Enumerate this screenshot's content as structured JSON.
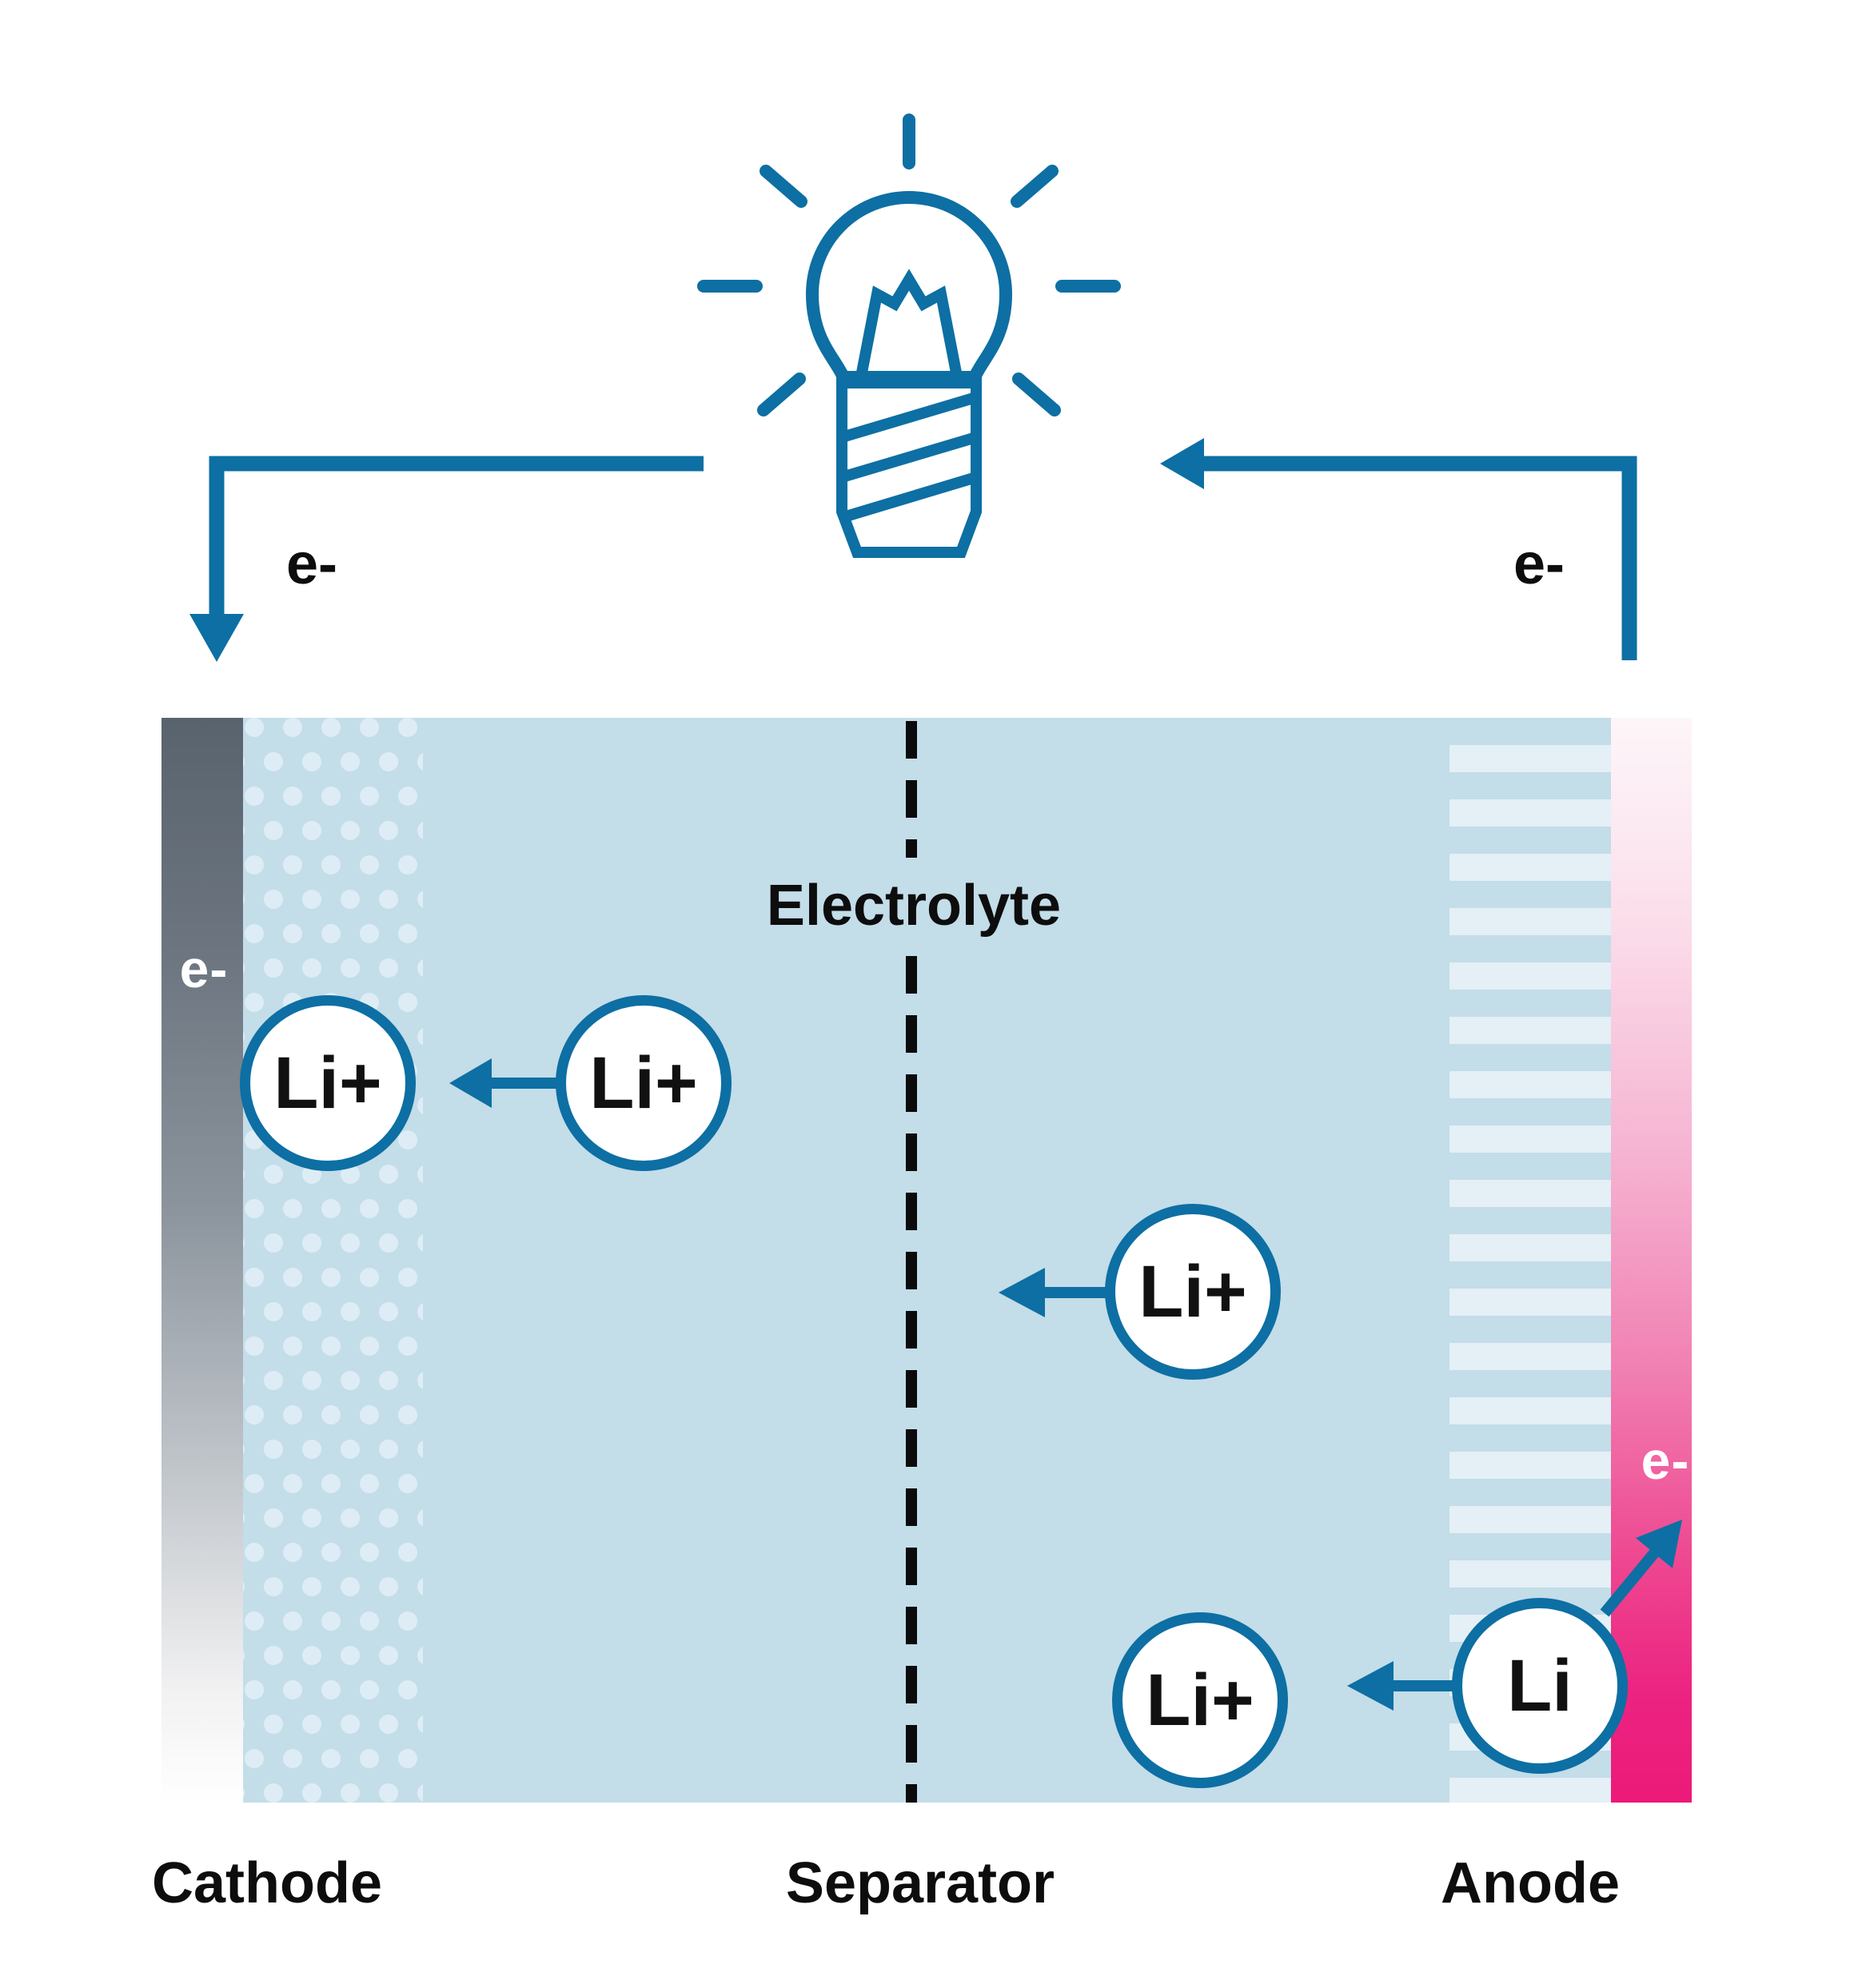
{
  "labels": {
    "electrolyte": "Electrolyte",
    "cathode": "Cathode",
    "separator": "Separator",
    "anode": "Anode"
  },
  "electron_flow": {
    "left_wire": "e-",
    "right_wire": "e-",
    "cathode_collector": "e-",
    "anode_collector": "e-"
  },
  "ions": {
    "cathode_intercalated": "Li+",
    "cathode_migrating": "Li+",
    "electrolyte_upper": "Li+",
    "electrolyte_lower": "Li+",
    "anode_atom": "Li"
  },
  "colors": {
    "accent_blue": "#0d6fa3",
    "electrolyte_bg": "#c3dde9",
    "pattern_light": "#e0eef5",
    "collector_gray_dark": "#59636d",
    "anode_pink": "#ec1a78",
    "text_black": "#0d0d0d",
    "white": "#ffffff"
  }
}
